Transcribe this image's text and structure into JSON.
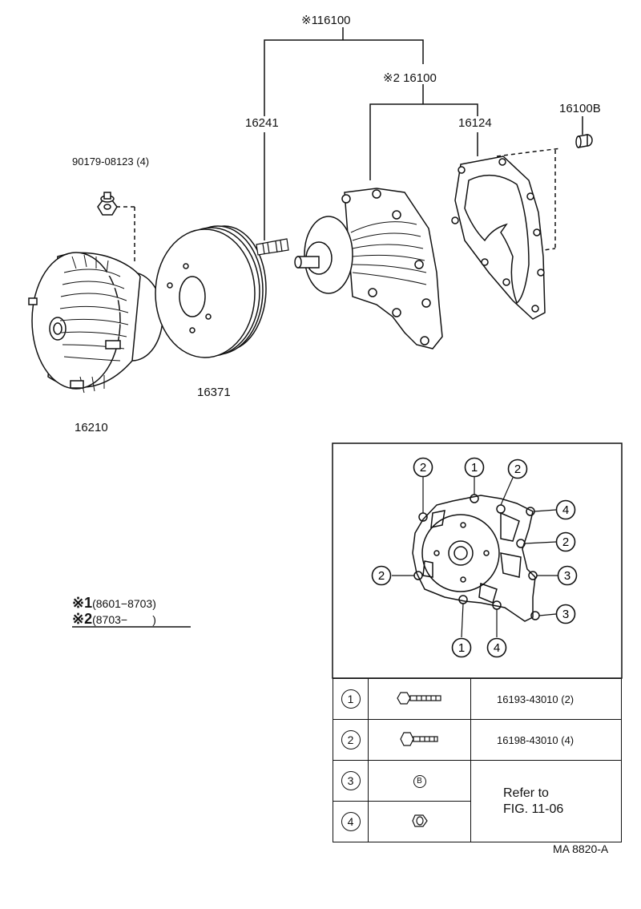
{
  "labels": {
    "assy_1": "※116100",
    "assy_2": "※2 16100",
    "stud": "16241",
    "gasket": "16124",
    "plug": "16100B",
    "nut": "90179-08123 (4)",
    "pulley": "16371",
    "fan_coupling": "16210"
  },
  "notes": {
    "note1_mark": "※1",
    "note1_period": "(8601−8703)",
    "note2_mark": "※2",
    "note2_period": "(8703−        )"
  },
  "detail_callouts": [
    "2",
    "1",
    "2",
    "4",
    "2",
    "3",
    "2",
    "3",
    "1",
    "4"
  ],
  "table": {
    "rows": [
      {
        "num": "1",
        "icon": "long-bolt-icon",
        "part": "16193-43010 (2)"
      },
      {
        "num": "2",
        "icon": "short-bolt-icon",
        "part": "16198-43010 (4)"
      },
      {
        "num": "3",
        "icon": "stud-b-icon",
        "icon_text": "B",
        "part": ""
      },
      {
        "num": "4",
        "icon": "nut-icon",
        "part": ""
      }
    ],
    "refer_line1": "Refer to",
    "refer_line2": "FIG. 11-06"
  },
  "code": "MA 8820-A"
}
